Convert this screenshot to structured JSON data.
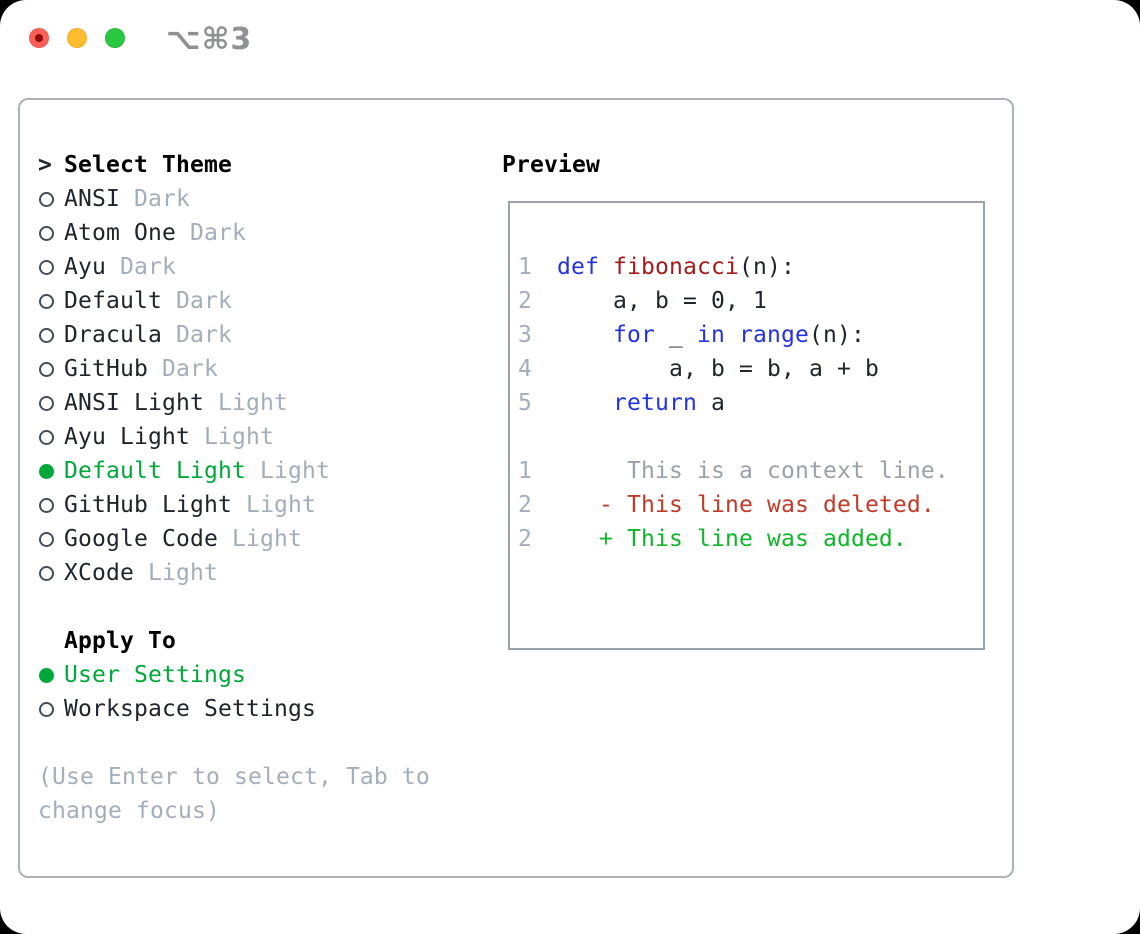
{
  "window": {
    "title": "⌥⌘3",
    "traffic_lights": [
      "close",
      "minimize",
      "zoom"
    ]
  },
  "colors": {
    "accent_green": "#00a83a",
    "added_green": "#10b529",
    "deleted_red": "#c23a28",
    "keyword_blue": "#2433e0",
    "function_red": "#a31c1c",
    "text_dark": "#20252c",
    "muted_gray": "#a4adba",
    "context_gray": "#9aa1ab",
    "panel_border": "#abb2be",
    "preview_border": "#9aa2ac",
    "title_gray": "#8f9195",
    "light_red": "#ff5f57",
    "light_red_core": "#8c0d09",
    "light_yellow": "#febc2e",
    "light_green": "#28c840"
  },
  "theme_panel": {
    "header": {
      "marker": ">",
      "label": "Select Theme"
    },
    "themes": [
      {
        "name": "ANSI",
        "variant": "Dark",
        "selected": false
      },
      {
        "name": "Atom One",
        "variant": "Dark",
        "selected": false
      },
      {
        "name": "Ayu",
        "variant": "Dark",
        "selected": false
      },
      {
        "name": "Default",
        "variant": "Dark",
        "selected": false
      },
      {
        "name": "Dracula",
        "variant": "Dark",
        "selected": false
      },
      {
        "name": "GitHub",
        "variant": "Dark",
        "selected": false
      },
      {
        "name": "ANSI Light",
        "variant": "Light",
        "selected": false
      },
      {
        "name": "Ayu Light",
        "variant": "Light",
        "selected": false
      },
      {
        "name": "Default Light",
        "variant": "Light",
        "selected": true
      },
      {
        "name": "GitHub Light",
        "variant": "Light",
        "selected": false
      },
      {
        "name": "Google Code",
        "variant": "Light",
        "selected": false
      },
      {
        "name": "XCode",
        "variant": "Light",
        "selected": false
      }
    ],
    "apply_to": {
      "header": "Apply To",
      "options": [
        {
          "name": "User Settings",
          "selected": true
        },
        {
          "name": "Workspace Settings",
          "selected": false
        }
      ]
    },
    "help_lines": [
      "(Use Enter to select, Tab to",
      "change focus)"
    ]
  },
  "preview": {
    "header": "Preview",
    "lines": [
      {
        "num": "1",
        "tokens": [
          {
            "t": "def",
            "c": "kw"
          },
          {
            "t": " ",
            "c": "pl"
          },
          {
            "t": "fibonacci",
            "c": "fn"
          },
          {
            "t": "(n):",
            "c": "pl"
          }
        ]
      },
      {
        "num": "2",
        "tokens": [
          {
            "t": "    a, b = 0, 1",
            "c": "pl"
          }
        ]
      },
      {
        "num": "3",
        "tokens": [
          {
            "t": "    ",
            "c": "pl"
          },
          {
            "t": "for",
            "c": "kw"
          },
          {
            "t": " _ ",
            "c": "pl"
          },
          {
            "t": "in",
            "c": "kw"
          },
          {
            "t": " ",
            "c": "pl"
          },
          {
            "t": "range",
            "c": "kw"
          },
          {
            "t": "(n):",
            "c": "pl"
          }
        ]
      },
      {
        "num": "4",
        "tokens": [
          {
            "t": "        a, b = b, a + b",
            "c": "pl"
          }
        ]
      },
      {
        "num": "5",
        "tokens": [
          {
            "t": "    ",
            "c": "pl"
          },
          {
            "t": "return",
            "c": "kw"
          },
          {
            "t": " a",
            "c": "pl"
          }
        ]
      },
      {
        "num": "",
        "tokens": []
      },
      {
        "num": "1",
        "tokens": [
          {
            "t": "     This is a context line.",
            "c": "ctx"
          }
        ]
      },
      {
        "num": "2",
        "tokens": [
          {
            "t": "   - This line was deleted.",
            "c": "del"
          }
        ]
      },
      {
        "num": "2",
        "tokens": [
          {
            "t": "   + This line was added.",
            "c": "add"
          }
        ]
      }
    ]
  }
}
